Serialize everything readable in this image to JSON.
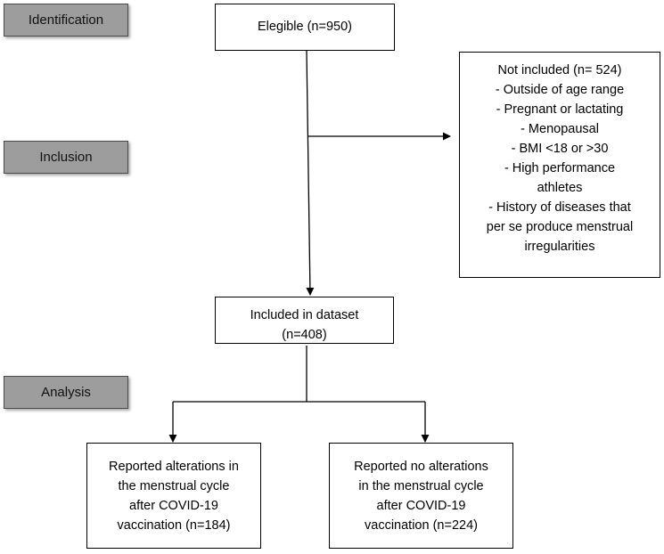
{
  "stages": {
    "identification": "Identification",
    "inclusion": "Inclusion",
    "analysis": "Analysis"
  },
  "boxes": {
    "eligible": {
      "lines": [
        "Elegible (n=950)"
      ]
    },
    "not_included": {
      "lines": [
        "Not included (n= 524)",
        "- Outside of age range",
        "- Pregnant or lactating",
        "- Menopausal",
        "- BMI <18 or >30",
        "- High performance",
        "athletes",
        "- History of diseases that",
        "per se produce menstrual",
        "irregularities"
      ]
    },
    "included": {
      "lines": [
        "Included in dataset",
        "(n=408)"
      ]
    },
    "reported_alterations": {
      "lines": [
        "Reported alterations in",
        "the menstrual cycle",
        "after COVID-19",
        "vaccination (n=184)"
      ]
    },
    "reported_no_alterations": {
      "lines": [
        "Reported no alterations",
        "in the menstrual cycle",
        "after COVID-19",
        "vaccination (n=224)"
      ]
    }
  }
}
